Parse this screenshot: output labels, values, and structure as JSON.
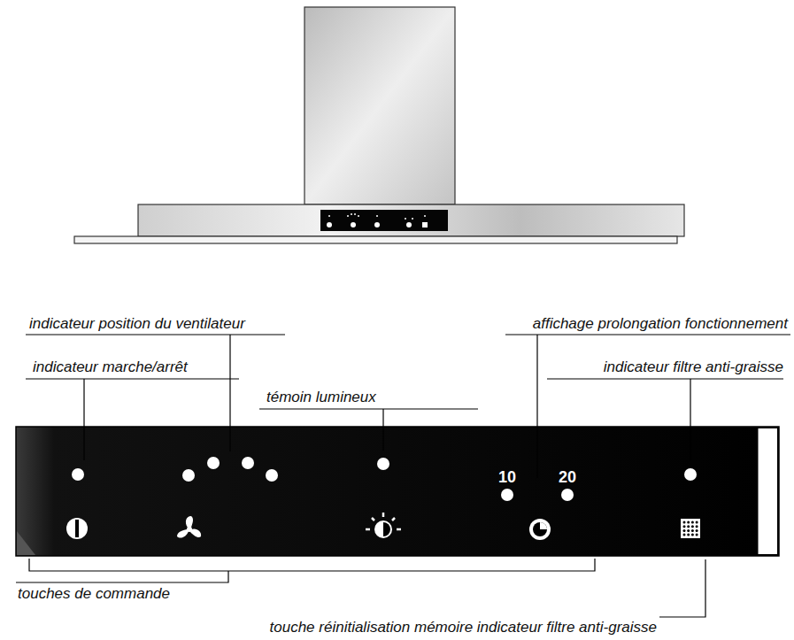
{
  "diagram": {
    "labels": [
      "indicateur position du ventilateur",
      "indicateur marche/arrêt",
      "témoin lumineux",
      "affichage prolongation fonctionnement",
      "indicateur filtre anti-graisse",
      "10",
      "20",
      "touches de commande",
      "touche réinitialisation mémoire indicateur filtre anti-graisse"
    ]
  }
}
